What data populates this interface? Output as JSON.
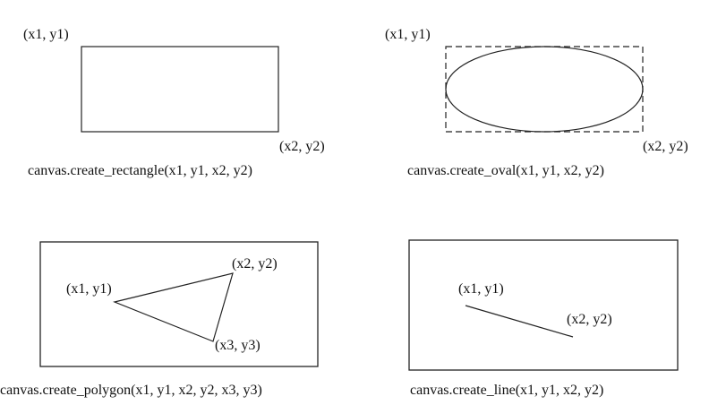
{
  "rectangle": {
    "p1": "(x1, y1)",
    "p2": "(x2, y2)",
    "caption": "canvas.create_rectangle(x1, y1, x2, y2)"
  },
  "oval": {
    "p1": "(x1, y1)",
    "p2": "(x2, y2)",
    "caption": "canvas.create_oval(x1, y1, x2, y2)"
  },
  "polygon": {
    "p1": "(x1, y1)",
    "p2": "(x2, y2)",
    "p3": "(x3, y3)",
    "caption": "canvas.create_polygon(x1, y1, x2, y2, x3, y3)"
  },
  "line": {
    "p1": "(x1, y1)",
    "p2": "(x2, y2)",
    "caption": "canvas.create_line(x1, y1, x2, y2)"
  }
}
